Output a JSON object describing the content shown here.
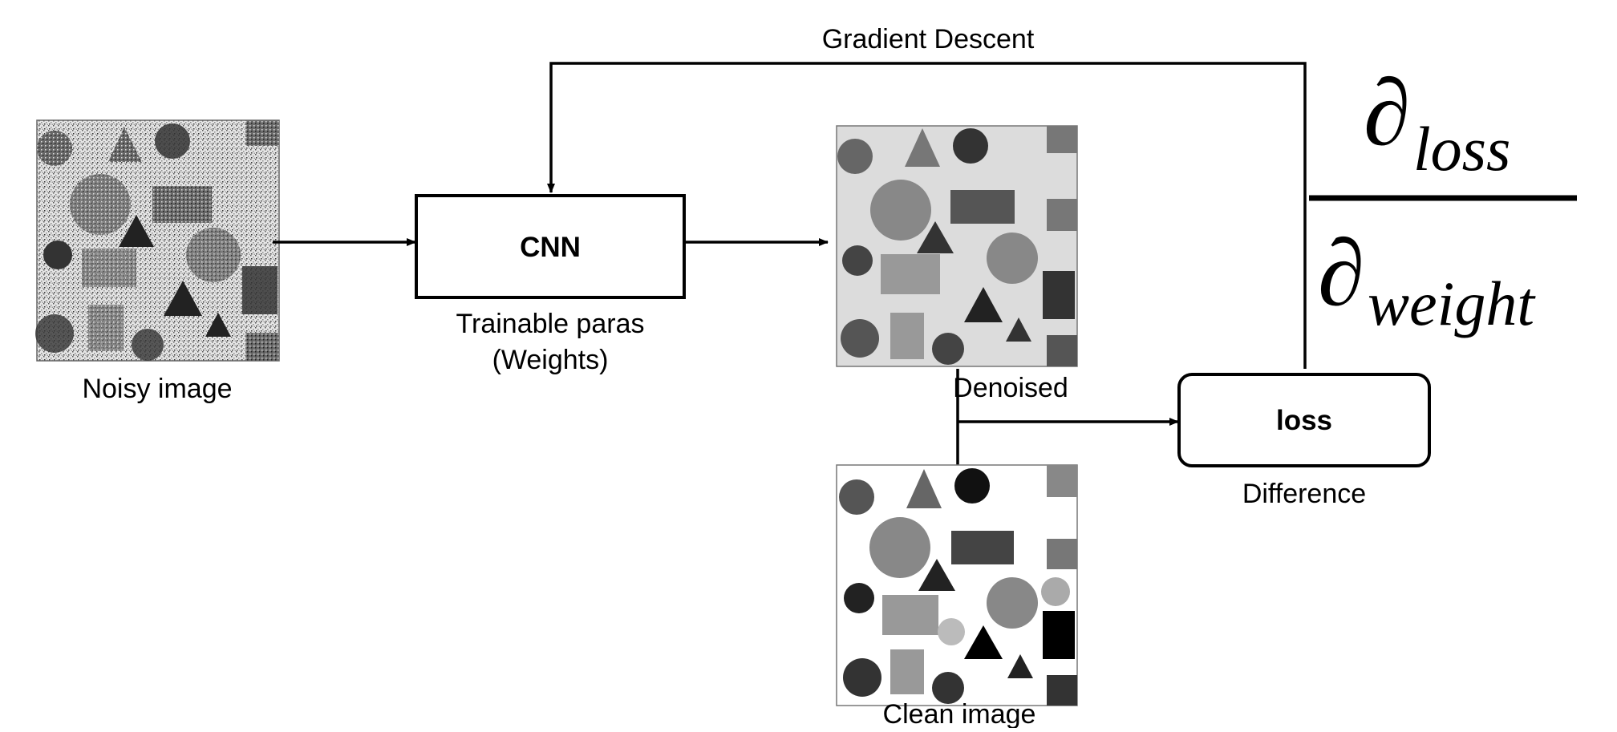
{
  "diagram": {
    "arrow_labels": {
      "feedback": "Gradient Descent"
    },
    "nodes": {
      "noisy": {
        "caption": "Noisy image"
      },
      "cnn": {
        "label": "CNN",
        "caption_line1": "Trainable paras",
        "caption_line2": "(Weights)"
      },
      "denoised": {
        "caption": "Denoised"
      },
      "clean": {
        "caption": "Clean image"
      },
      "loss": {
        "label": "loss",
        "caption": "Difference"
      }
    },
    "formula": {
      "numerator_symbol": "∂",
      "numerator_sub": "loss",
      "denominator_symbol": "∂",
      "denominator_sub": "weight"
    },
    "colors": {
      "line": "#000000",
      "box_fill": "#ffffff",
      "noisy_bg": "#d9d9d9",
      "denoised_bg": "#dcdcdc",
      "clean_bg": "#ffffff"
    }
  }
}
